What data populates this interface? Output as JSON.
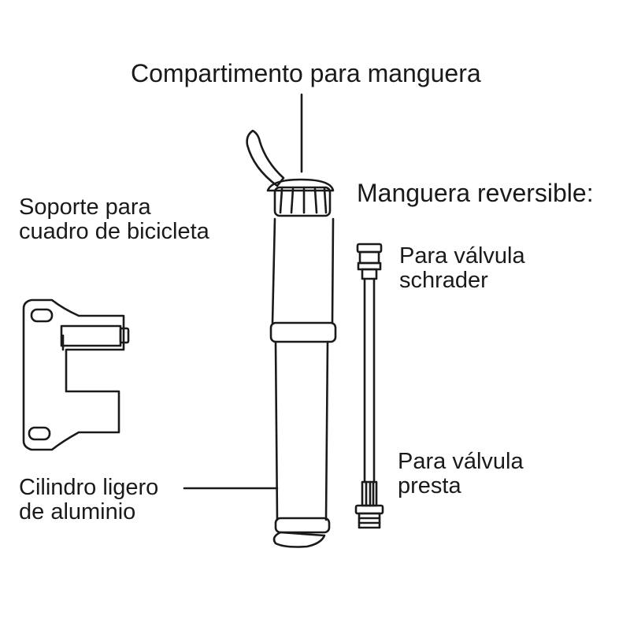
{
  "labels": {
    "hose_compartment": "Compartimento para manguera",
    "reversible_hose": "Manguera reversible:",
    "mount_line1": "Soporte para",
    "mount_line2": "cuadro de bicicleta",
    "schrader_line1": "Para válvula",
    "schrader_line2": "schrader",
    "presta_line1": "Para válvula",
    "presta_line2": "presta",
    "cylinder_line1": "Cilindro ligero",
    "cylinder_line2": "de aluminio"
  },
  "icons": [
    "bike-frame-mount-icon",
    "hand-pump-icon",
    "reversible-hose-icon"
  ],
  "colors": {
    "ink": "#1a1a1a",
    "background": "#ffffff"
  }
}
